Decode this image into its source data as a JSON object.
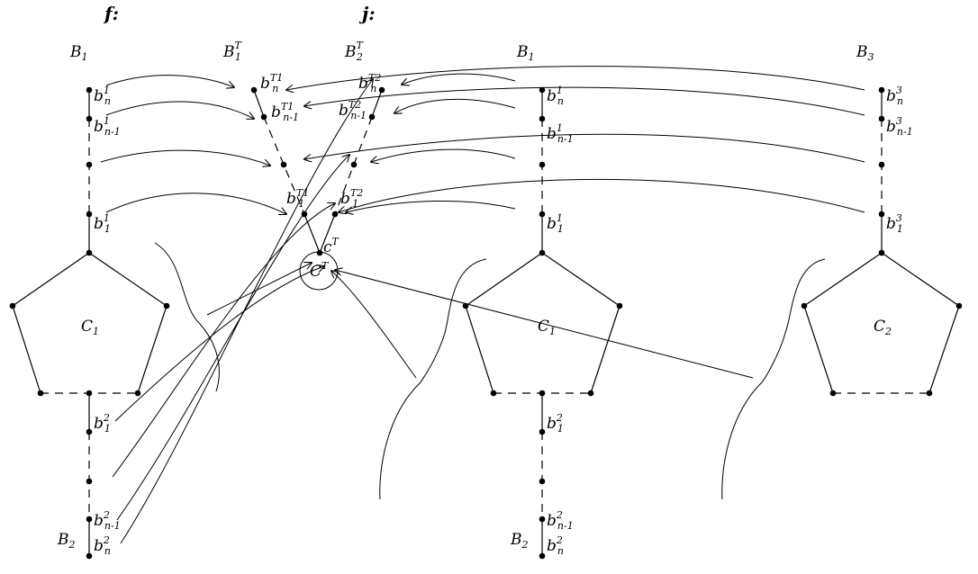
{
  "headers": {
    "f": "f:",
    "j": "j:"
  },
  "labels": {
    "B1": "B",
    "B1_sub": "1",
    "BT1": "B",
    "BT1_sub": "1",
    "BT1_sup": "T",
    "BT2": "B",
    "BT2_sub": "2",
    "BT2_sup": "T",
    "B3": "B",
    "B3_sub": "3",
    "B2": "B",
    "B2_sub": "2",
    "C1": "C",
    "C1_sub": "1",
    "C2": "C",
    "C2_sub": "2",
    "CT": "C",
    "CT_sup": "T",
    "cT": "c",
    "cT_sup": "T",
    "b": "b",
    "n": "n",
    "n1": "n-1",
    "one": "1",
    "sup1": "1",
    "sup2": "2",
    "sup3": "3",
    "supT1": "T1",
    "supT2": "T2"
  }
}
